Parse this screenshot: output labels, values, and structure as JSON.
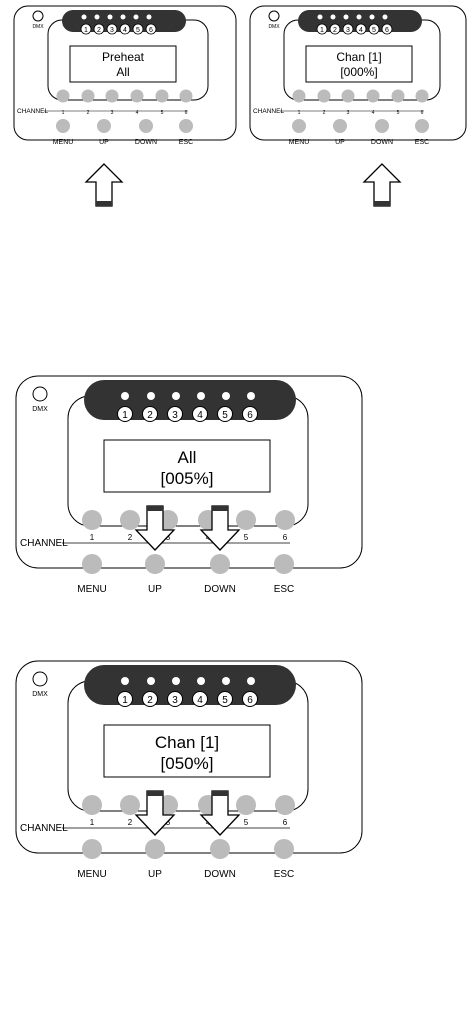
{
  "panels": [
    {
      "dmx_label": "DMX",
      "channel_numbers": [
        "1",
        "2",
        "3",
        "4",
        "5",
        "6"
      ],
      "display": {
        "line1": "Preheat",
        "line2": "All"
      },
      "channel_label": "CHANNEL",
      "button_numbers": [
        "1",
        "2",
        "3",
        "4",
        "5",
        "6"
      ],
      "control_labels": [
        "MENU",
        "UP",
        "DOWN",
        "ESC"
      ],
      "highlighted_buttons": [
        "MENU"
      ]
    },
    {
      "dmx_label": "DMX",
      "channel_numbers": [
        "1",
        "2",
        "3",
        "4",
        "5",
        "6"
      ],
      "display": {
        "line1": "Chan [1]",
        "line2": "[000%]"
      },
      "channel_label": "CHANNEL",
      "button_numbers": [
        "1",
        "2",
        "3",
        "4",
        "5",
        "6"
      ],
      "control_labels": [
        "MENU",
        "UP",
        "DOWN",
        "ESC"
      ],
      "highlighted_buttons": [
        "DOWN"
      ]
    },
    {
      "dmx_label": "DMX",
      "channel_numbers": [
        "1",
        "2",
        "3",
        "4",
        "5",
        "6"
      ],
      "display": {
        "line1": "All",
        "line2": "[005%]"
      },
      "channel_label": "CHANNEL",
      "button_numbers": [
        "1",
        "2",
        "3",
        "4",
        "5",
        "6"
      ],
      "control_labels": [
        "MENU",
        "UP",
        "DOWN",
        "ESC"
      ],
      "highlighted_buttons": [
        "UP",
        "DOWN"
      ]
    },
    {
      "dmx_label": "DMX",
      "channel_numbers": [
        "1",
        "2",
        "3",
        "4",
        "5",
        "6"
      ],
      "display": {
        "line1": "Chan [1]",
        "line2": "[050%]"
      },
      "channel_label": "CHANNEL",
      "button_numbers": [
        "1",
        "2",
        "3",
        "4",
        "5",
        "6"
      ],
      "control_labels": [
        "MENU",
        "UP",
        "DOWN",
        "ESC"
      ],
      "highlighted_buttons": [
        "UP",
        "DOWN"
      ]
    }
  ]
}
